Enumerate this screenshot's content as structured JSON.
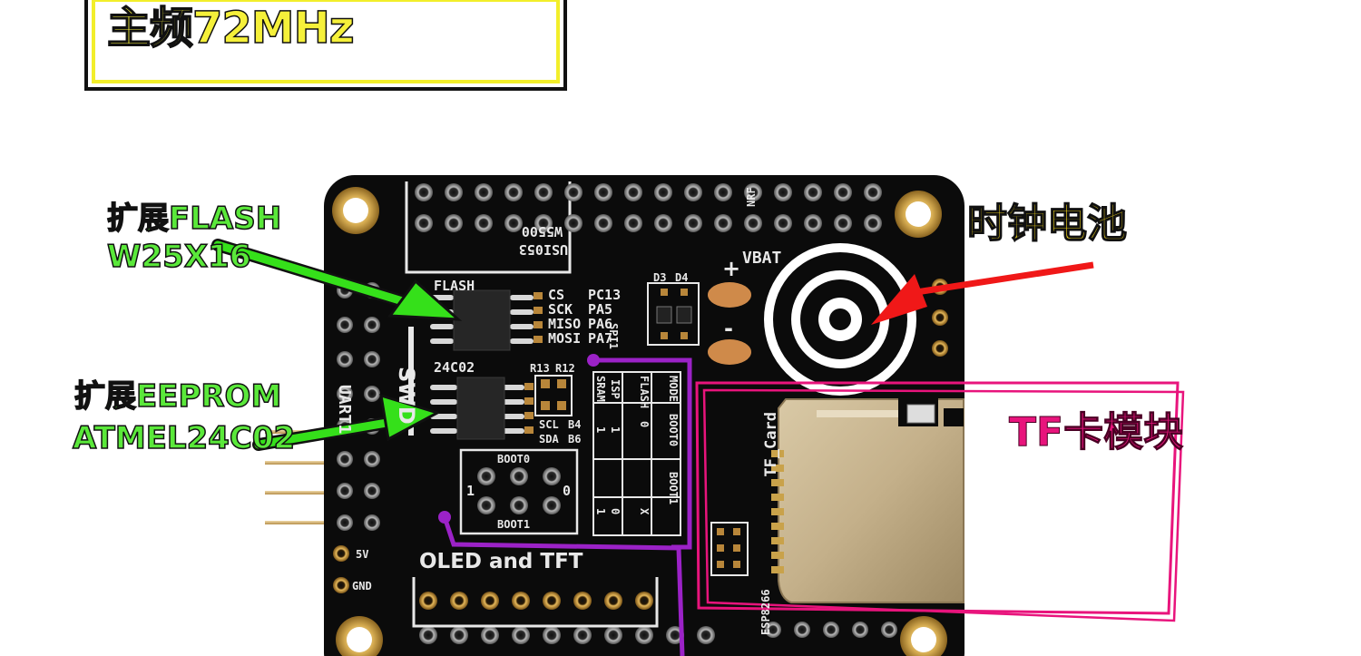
{
  "callouts": {
    "cpu_freq": "主频72MHz",
    "flash": "扩展FLASH",
    "flash_chip": "W25X16",
    "eeprom": "扩展EEPROM",
    "eeprom_chip": "ATMEL24C02",
    "rtc_battery": "时钟电池",
    "tf_module": "TF卡模块"
  },
  "silkscreen": {
    "flash_label": "FLASH",
    "eeprom_label": "24C02",
    "spi_cs": "CS",
    "spi_sck": "SCK",
    "spi_miso": "MISO",
    "spi_mosi": "MOSI",
    "pin_pc13": "PC13",
    "pin_pa5": "PA5",
    "pin_pa6": "PA6",
    "pin_pa7": "PA7",
    "spi_bus": "SPI1",
    "r13": "R13",
    "r12": "R12",
    "scl": "SCL",
    "b4": "B4",
    "sda": "SDA",
    "b6": "B6",
    "boot0": "BOOT0",
    "boot1": "BOOT1",
    "jumper_1": "1",
    "jumper_0": "0",
    "mode_hdr": "MODE",
    "boot0_hdr": "BOOT0",
    "boot1_hdr": "BOOT1",
    "flash_mode": "FLASH",
    "isp_mode": "ISP",
    "sram_mode": "SRAM",
    "v0": "0",
    "vx": "X",
    "v1a": "1",
    "v0b": "0",
    "v1b": "1",
    "v1c": "1",
    "swd": "SWD",
    "uart": "UART1",
    "vbat": "VBAT",
    "plus": "+",
    "minus": "-",
    "d3": "D3",
    "d4": "D4",
    "tf_card": "TF_Card",
    "oled_tft": "OLED and TFT",
    "module_w5500": "W5500",
    "module_usi053": "USI053",
    "gnd": "GND",
    "five_v": "5V",
    "esp": "ESP8266",
    "nrf": "NRF"
  },
  "colors": {
    "pcb": "#0b0b0b",
    "silk": "#e8e8e8",
    "gold": "#c9a24a",
    "arrow_green": "#35e01a",
    "arrow_red": "#f01818",
    "trace_purple": "#9b22c7",
    "frame_pink": "#e8147c",
    "label_yellow": "#f5f03a"
  }
}
